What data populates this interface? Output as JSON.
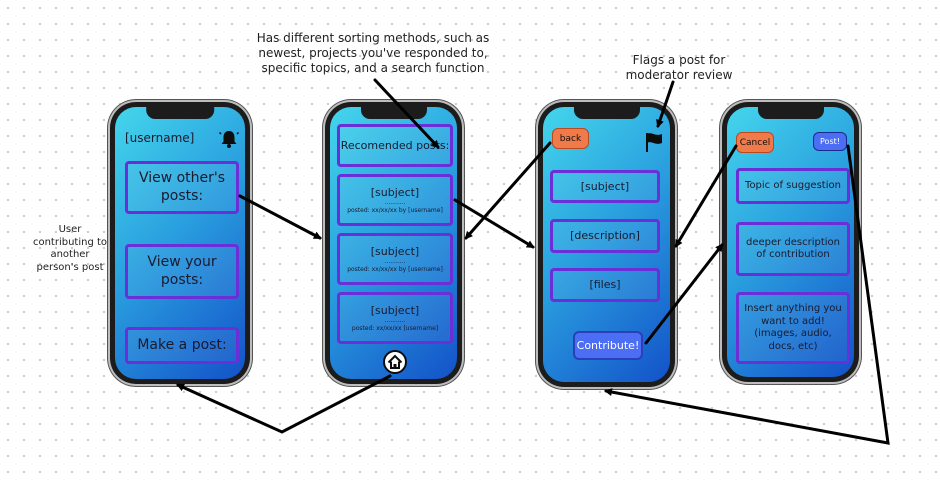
{
  "annotations": {
    "sorting_note": "Has different sorting methods, such as newest, projects you've responded to, specific topics, and a search function",
    "flag_note": "Flags a post for moderator review",
    "user_note": "User contributing to another person's post"
  },
  "phone1": {
    "username": "[username]",
    "view_others": "View other's posts:",
    "view_yours": "View your posts:",
    "make_post": "Make a post:"
  },
  "phone2": {
    "recommended": "Recomended posts:",
    "posts": [
      {
        "subject": "[subject]",
        "dots": "...........",
        "meta": "posted: xx/xx/xx by [username]"
      },
      {
        "subject": "[subject]",
        "dots": "...........",
        "meta": "posted: xx/xx/xx by [username]"
      },
      {
        "subject": "[subject]",
        "dots": "...........",
        "meta": "posted: xx/xx/xx [username]"
      }
    ]
  },
  "phone3": {
    "back": "back",
    "subject": "[subject]",
    "description": "[description]",
    "files": "[files]",
    "contribute": "Contribute!"
  },
  "phone4": {
    "cancel": "Cancel",
    "post": "Post!",
    "topic": "Topic of suggestion",
    "deeper": "deeper description of contribution",
    "insert": "Insert anything you want to add! (images, audio, docs, etc)"
  },
  "colors": {
    "screen_gradient": [
      "#44d6ec",
      "#2aa0df",
      "#1352c9"
    ],
    "box_border": "#6a2fd6",
    "back_button": "#f07a4a",
    "cancel_button": "#f07a4a",
    "post_button": "#4b6ef5",
    "contribute_button": "#4b6ef5"
  },
  "icons": [
    "bell-icon",
    "flag-icon",
    "home-icon",
    "down-arrow-icon"
  ]
}
